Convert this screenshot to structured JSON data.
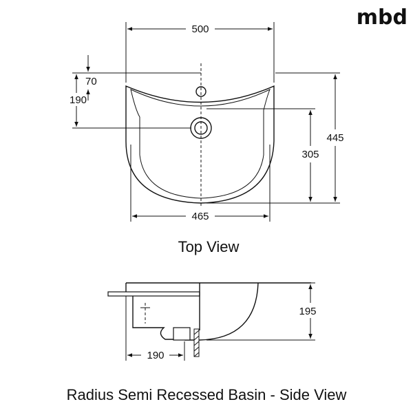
{
  "brand": "mbd",
  "top_view": {
    "caption": "Top View",
    "dimensions": {
      "width_total": "500",
      "depth_total": "445",
      "tap_hole_offset": "70",
      "waste_offset": "190",
      "bowl_depth": "305",
      "bowl_width": "465"
    }
  },
  "side_view": {
    "caption": "Radius Semi Recessed Basin - Side View",
    "dimensions": {
      "height": "195",
      "recess_depth": "190"
    }
  }
}
